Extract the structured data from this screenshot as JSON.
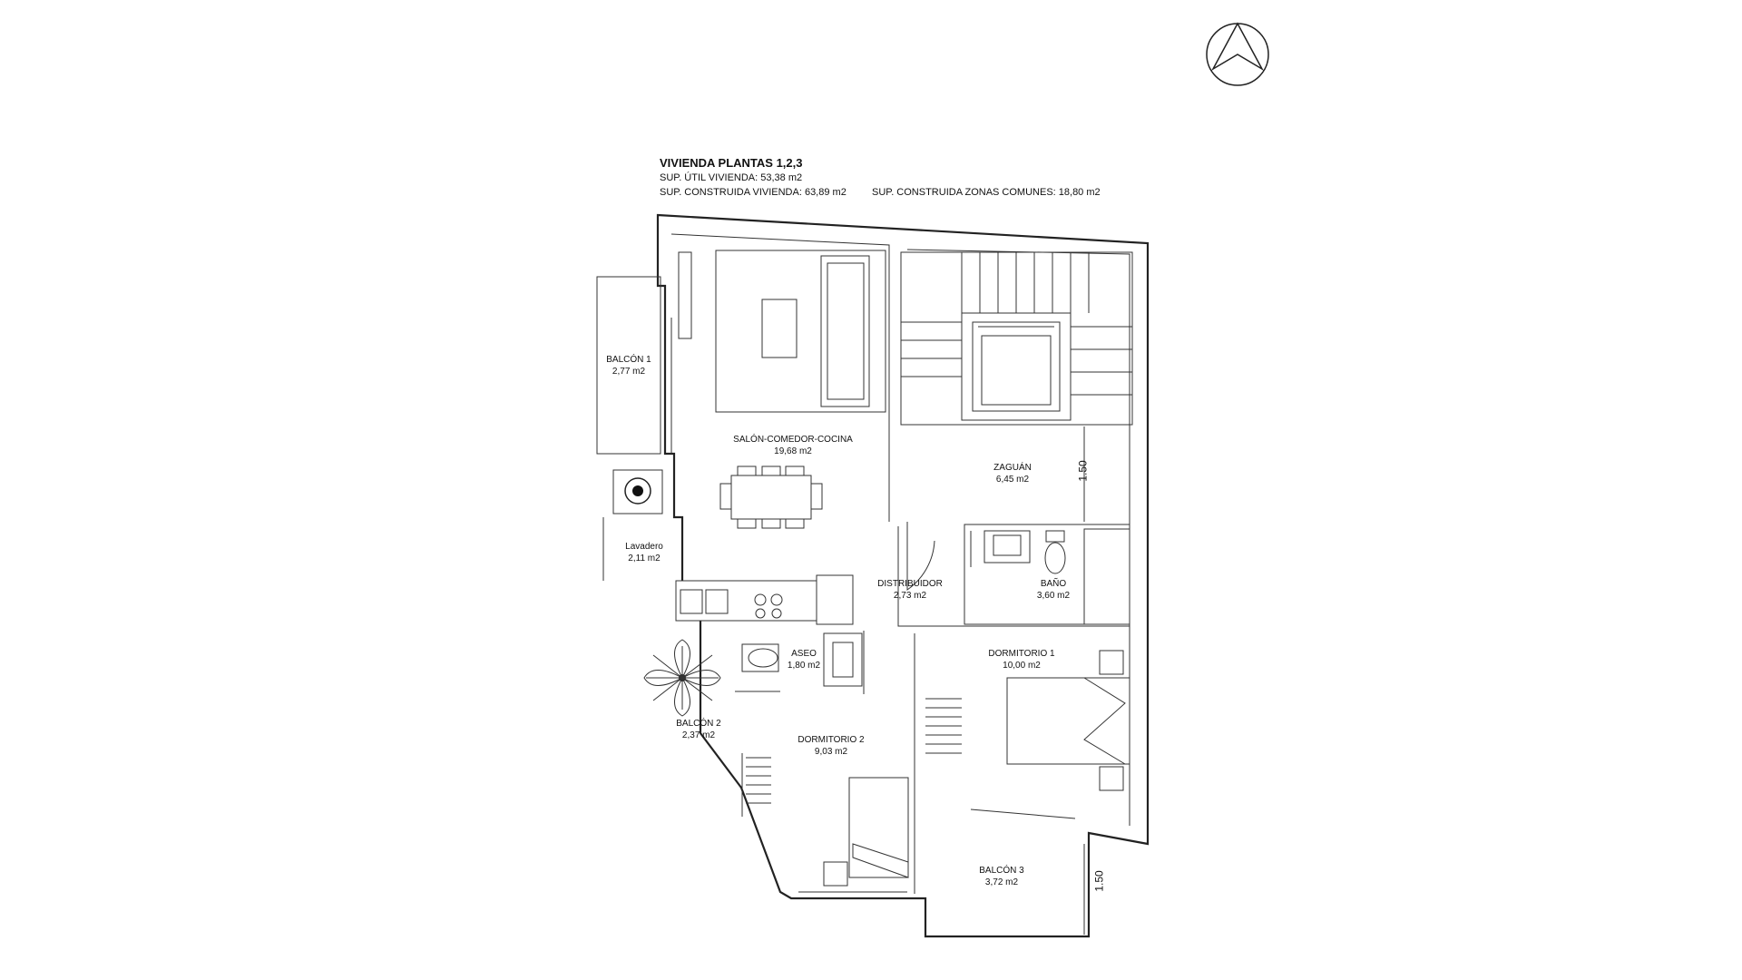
{
  "header": {
    "title": "VIVIENDA PLANTAS 1,2,3",
    "sup_util": "SUP. ÚTIL VIVIENDA: 53,38 m2",
    "sup_construida": "SUP. CONSTRUIDA VIVIENDA: 63,89 m2",
    "sup_comunes": "SUP. CONSTRUIDA ZONAS COMUNES: 18,80 m2"
  },
  "rooms": {
    "balcon1": {
      "name": "BALCÓN 1",
      "area": "2,77 m2"
    },
    "salon": {
      "name": "SALÓN-COMEDOR-COCINA",
      "area": "19,68 m2"
    },
    "zaguan": {
      "name": "ZAGUÁN",
      "area": "6,45 m2"
    },
    "lavadero": {
      "name": "Lavadero",
      "area": "2,11 m2"
    },
    "distribuidor": {
      "name": "DISTRIBUIDOR",
      "area": "2,73 m2"
    },
    "bano": {
      "name": "BAÑO",
      "area": "3,60 m2"
    },
    "aseo": {
      "name": "ASEO",
      "area": "1,80 m2"
    },
    "dormitorio1": {
      "name": "DORMITORIO 1",
      "area": "10,00 m2"
    },
    "balcon2": {
      "name": "BALCÓN 2",
      "area": "2,37 m2"
    },
    "dormitorio2": {
      "name": "DORMITORIO 2",
      "area": "9,03 m2"
    },
    "balcon3": {
      "name": "BALCÓN 3",
      "area": "3,72 m2"
    }
  },
  "dimensions": {
    "zaguan": "1.50",
    "balcon3": "1.50"
  },
  "north_arrow": {
    "icon": "north-arrow-icon"
  }
}
